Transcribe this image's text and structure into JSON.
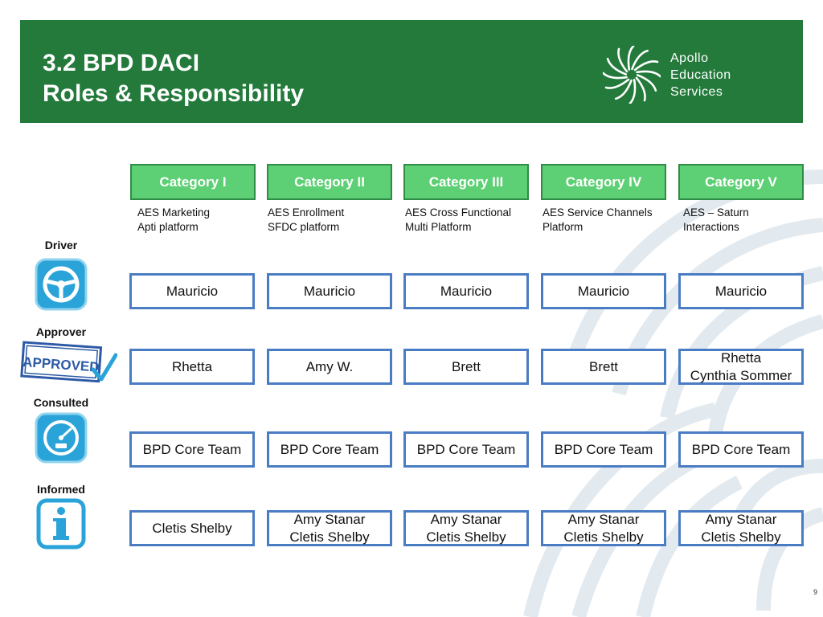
{
  "header": {
    "title_line1": "3.2 BPD DACI",
    "title_line2": "Roles & Responsibility",
    "logo_text": [
      "Apollo",
      "Education",
      "Services"
    ]
  },
  "categories": [
    {
      "name": "Category I",
      "desc": [
        "AES Marketing",
        "Apti platform"
      ]
    },
    {
      "name": "Category II",
      "desc": [
        "AES Enrollment",
        "SFDC platform"
      ]
    },
    {
      "name": "Category III",
      "desc": [
        "AES Cross Functional",
        "Multi Platform"
      ]
    },
    {
      "name": "Category IV",
      "desc": [
        "AES Service Channels",
        "Platform"
      ]
    },
    {
      "name": "Category V",
      "desc": [
        "AES – Saturn",
        "Interactions"
      ]
    }
  ],
  "roles": [
    {
      "label": "Driver",
      "icon": "steering-wheel-icon",
      "cells": [
        [
          "Mauricio"
        ],
        [
          "Mauricio"
        ],
        [
          "Mauricio"
        ],
        [
          "Mauricio"
        ],
        [
          "Mauricio"
        ]
      ]
    },
    {
      "label": "Approver",
      "icon": "approved-stamp-icon",
      "cells": [
        [
          "Rhetta"
        ],
        [
          "Amy W."
        ],
        [
          "Brett"
        ],
        [
          "Brett"
        ],
        [
          "Rhetta",
          "Cynthia Sommer"
        ]
      ]
    },
    {
      "label": "Consulted",
      "icon": "gauge-icon",
      "cells": [
        [
          "BPD Core Team"
        ],
        [
          "BPD Core Team"
        ],
        [
          "BPD Core Team"
        ],
        [
          "BPD Core Team"
        ],
        [
          "BPD Core Team"
        ]
      ]
    },
    {
      "label": "Informed",
      "icon": "info-icon",
      "cells": [
        [
          "Cletis Shelby"
        ],
        [
          "Amy Stanar",
          "Cletis Shelby"
        ],
        [
          "Amy Stanar",
          "Cletis Shelby"
        ],
        [
          "Amy Stanar",
          "Cletis Shelby"
        ],
        [
          "Amy Stanar",
          "Cletis Shelby"
        ]
      ]
    }
  ],
  "icons": {
    "stamp_text": "APPROVED"
  },
  "page_number": "9",
  "colors": {
    "banner": "#237a3b",
    "category": "#5dcf74",
    "cell_border": "#4a7cc4",
    "icon_blue": "#2aa3d8"
  }
}
